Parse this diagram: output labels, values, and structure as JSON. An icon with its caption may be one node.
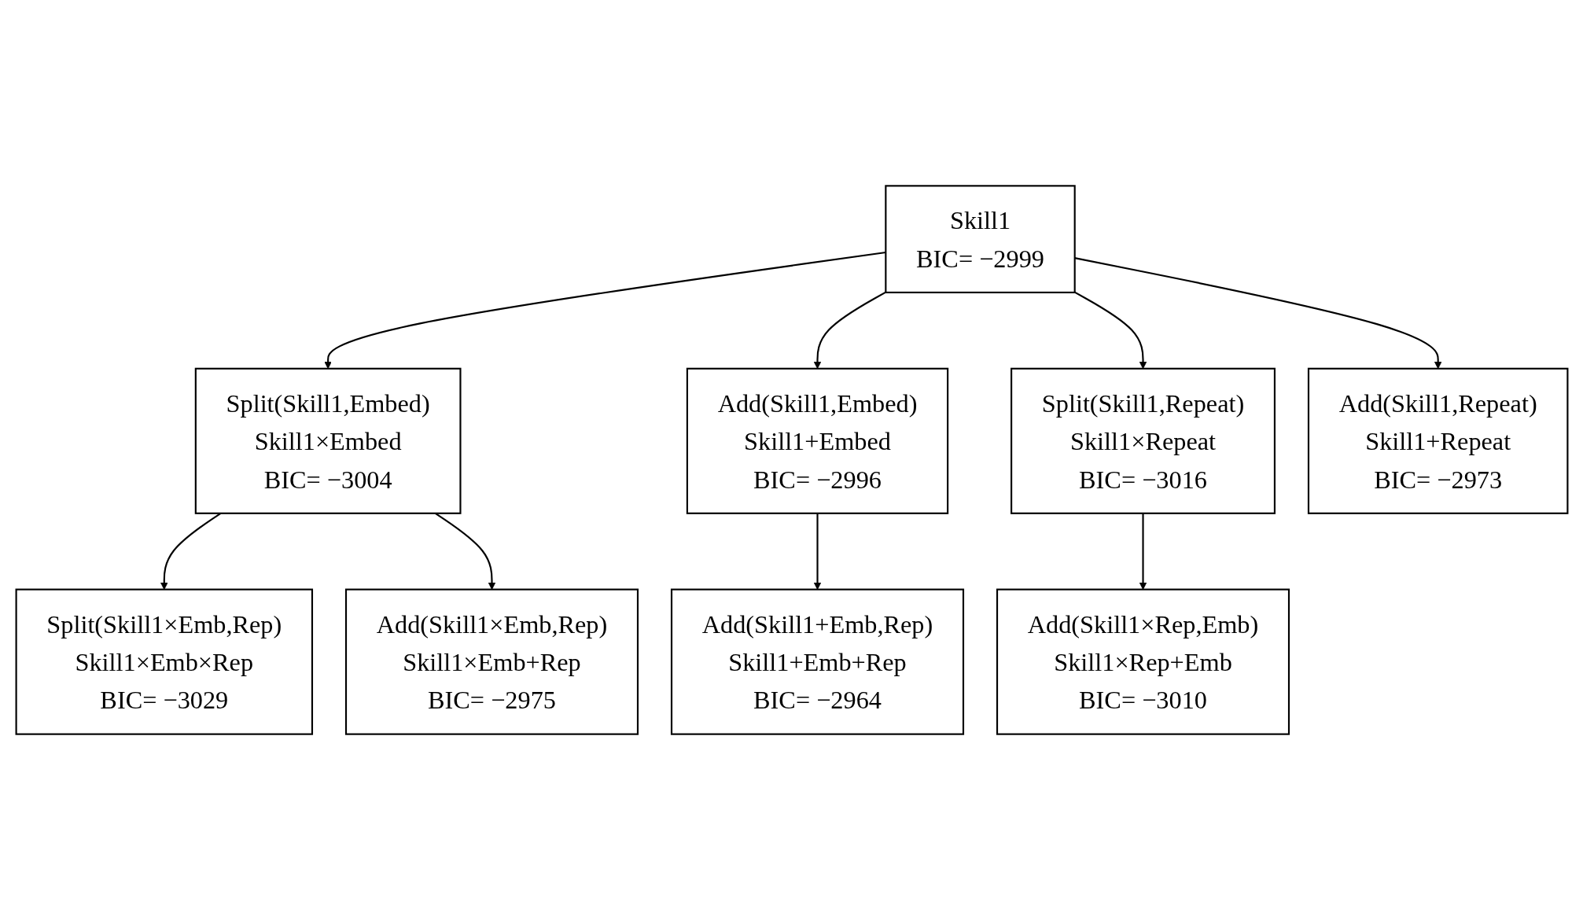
{
  "diagram": {
    "nodes": [
      {
        "text": [
          "Skill1",
          "BIC= −2999"
        ]
      },
      {
        "text": [
          "Split(Skill1,Embed)",
          "Skill1×Embed",
          "BIC= −3004"
        ]
      },
      {
        "text": [
          "Add(Skill1,Embed)",
          "Skill1+Embed",
          "BIC= −2996"
        ]
      },
      {
        "text": [
          "Split(Skill1,Repeat)",
          "Skill1×Repeat",
          "BIC= −3016"
        ]
      },
      {
        "text": [
          "Add(Skill1,Repeat)",
          "Skill1+Repeat",
          "BIC= −2973"
        ]
      },
      {
        "text": [
          "Split(Skill1×Emb,Rep)",
          "Skill1×Emb×Rep",
          "BIC= −3029"
        ]
      },
      {
        "text": [
          "Add(Skill1×Emb,Rep)",
          "Skill1×Emb+Rep",
          "BIC= −2975"
        ]
      },
      {
        "text": [
          "Add(Skill1+Emb,Rep)",
          "Skill1+Emb+Rep",
          "BIC= −2964"
        ]
      },
      {
        "text": [
          "Add(Skill1×Rep,Emb)",
          "Skill1×Rep+Emb",
          "BIC= −3010"
        ]
      }
    ],
    "edges": [
      {
        "from": 0,
        "to": 1,
        "arrow": "to"
      },
      {
        "from": 0,
        "to": 2,
        "arrow": "to"
      },
      {
        "from": 0,
        "to": 3,
        "arrow": "to"
      },
      {
        "from": 0,
        "to": 4,
        "arrow": "to"
      },
      {
        "from": 1,
        "to": 5,
        "arrow": "to"
      },
      {
        "from": 1,
        "to": 6,
        "arrow": "to"
      },
      {
        "from": 2,
        "to": 7,
        "arrow": "to"
      },
      {
        "from": 3,
        "to": 8,
        "arrow": "to"
      }
    ]
  }
}
